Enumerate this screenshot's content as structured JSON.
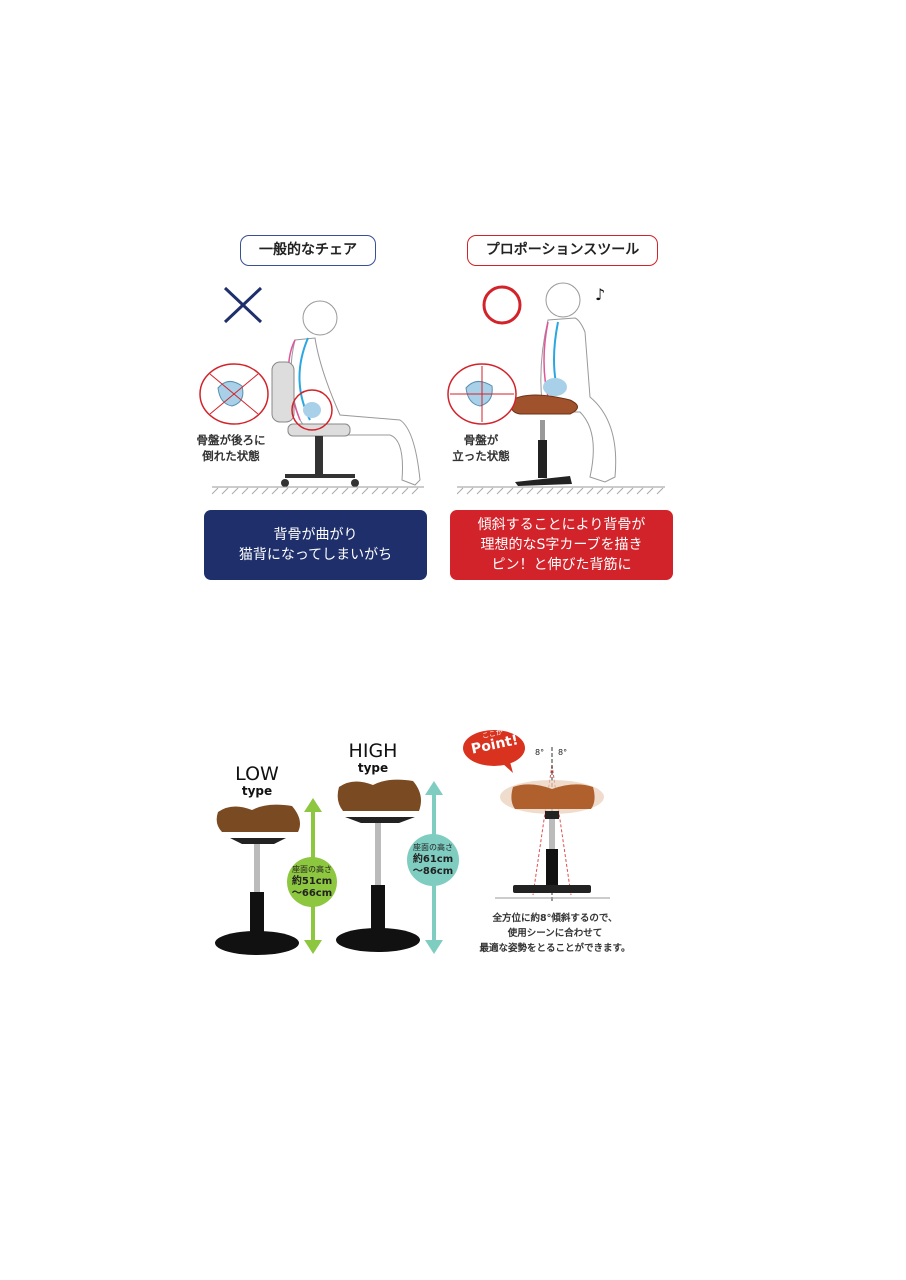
{
  "comparison": {
    "general_chair": {
      "title": "一般的なチェア",
      "verdict_icon": "cross-icon",
      "pelvis_caption": [
        "骨盤が後ろに",
        "倒れた状態"
      ],
      "message": [
        "背骨が曲がり",
        "猫背になってしまいがち"
      ],
      "color": "#1e2f6b"
    },
    "proportion_stool": {
      "title": "プロポーションスツール",
      "verdict_icon": "circle-ok-icon",
      "pelvis_caption": [
        "骨盤が",
        "立った状態"
      ],
      "message": [
        "傾斜することにより背骨が",
        "理想的なS字カーブを描き",
        "ピン！と伸びた背筋に"
      ],
      "color": "#d2232a"
    }
  },
  "products": {
    "low": {
      "name": "LOW",
      "type": "type",
      "height_label": "座面の高さ",
      "height_line1": "約51cm",
      "height_line2": "〜66cm",
      "color": "#8dc63f"
    },
    "high": {
      "name": "HIGH",
      "type": "type",
      "height_label": "座面の高さ",
      "height_line1": "約61cm",
      "height_line2": "〜86cm",
      "color": "#7fcdc1"
    },
    "point": {
      "badge_small": "ここが",
      "badge": "Point!",
      "angle_left": "8°",
      "angle_right": "8°",
      "note": [
        "全方位に約8°傾斜するので、",
        "使用シーンに合わせて",
        "最適な姿勢をとることができます。"
      ]
    }
  }
}
